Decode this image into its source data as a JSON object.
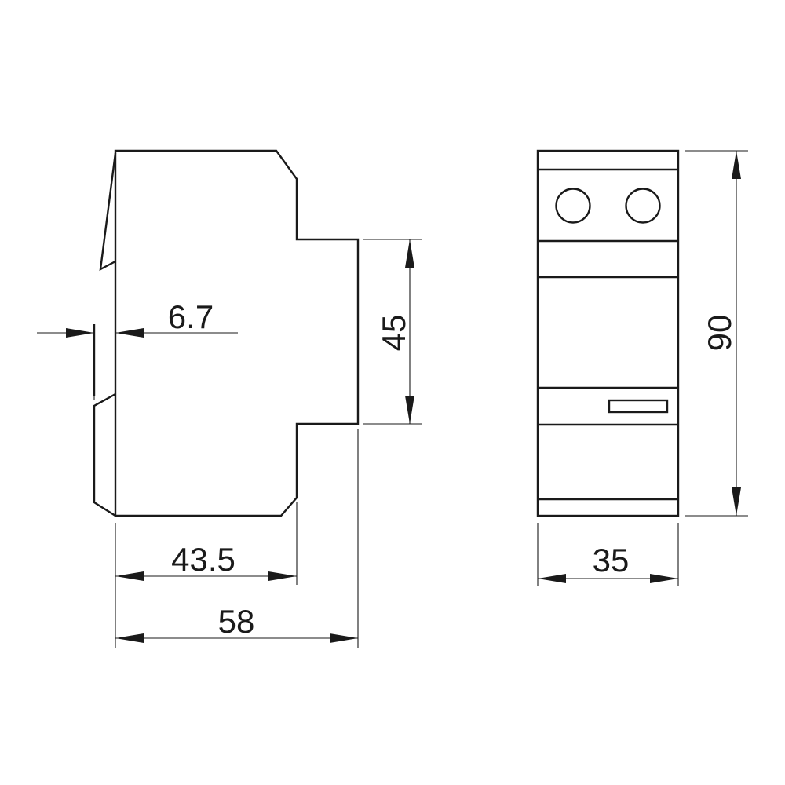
{
  "dimensions": {
    "depth_step": "6.7",
    "rail_height": "45",
    "front_depth": "43.5",
    "total_depth": "58",
    "width": "35",
    "height": "90"
  },
  "colors": {
    "line": "#1a1a1a",
    "background": "#ffffff"
  }
}
